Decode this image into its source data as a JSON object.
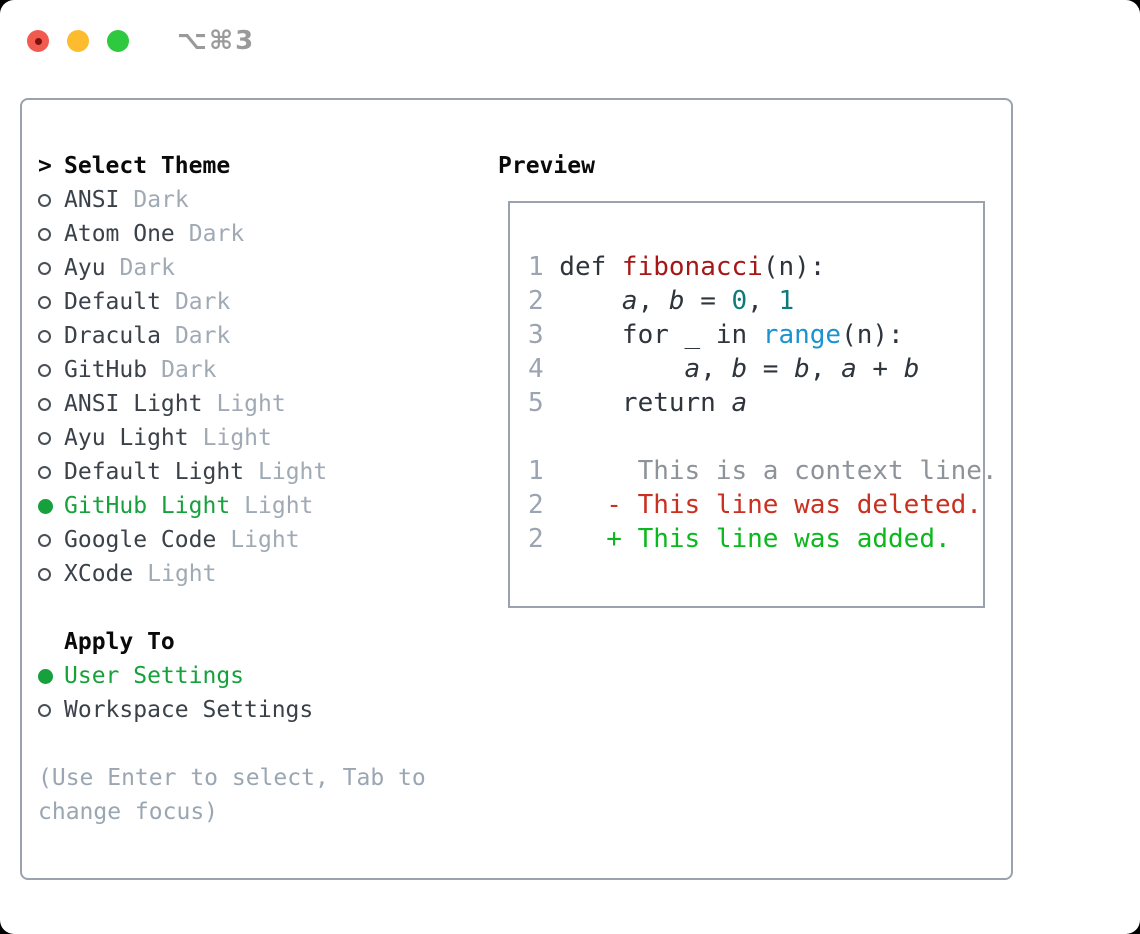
{
  "titlebar": {
    "shortcut": "⌥⌘3",
    "traffic_lights": [
      {
        "name": "close-button",
        "color": "#f05a4f",
        "has_dot": true
      },
      {
        "name": "minimize-button",
        "color": "#fdbc2e",
        "has_dot": false
      },
      {
        "name": "zoom-button",
        "color": "#2fc93f",
        "has_dot": false
      }
    ]
  },
  "theme_panel": {
    "header_marker": ">",
    "header": "Select Theme",
    "themes": [
      {
        "name": "ANSI",
        "badge": "Dark",
        "selected": false
      },
      {
        "name": "Atom One",
        "badge": "Dark",
        "selected": false
      },
      {
        "name": "Ayu",
        "badge": "Dark",
        "selected": false
      },
      {
        "name": "Default",
        "badge": "Dark",
        "selected": false
      },
      {
        "name": "Dracula",
        "badge": "Dark",
        "selected": false
      },
      {
        "name": "GitHub",
        "badge": "Dark",
        "selected": false
      },
      {
        "name": "ANSI Light",
        "badge": "Light",
        "selected": false
      },
      {
        "name": "Ayu Light",
        "badge": "Light",
        "selected": false
      },
      {
        "name": "Default Light",
        "badge": "Light",
        "selected": false
      },
      {
        "name": "GitHub Light",
        "badge": "Light",
        "selected": true
      },
      {
        "name": "Google Code",
        "badge": "Light",
        "selected": false
      },
      {
        "name": "XCode",
        "badge": "Light",
        "selected": false
      }
    ],
    "apply_to": {
      "header": "Apply To",
      "options": [
        {
          "label": "User Settings",
          "selected": true
        },
        {
          "label": "Workspace Settings",
          "selected": false
        }
      ]
    },
    "hint": "(Use Enter to select, Tab to change focus)"
  },
  "preview": {
    "header": "Preview",
    "code_lines": [
      {
        "num": "1",
        "tokens": [
          {
            "t": "def ",
            "s": "text"
          },
          {
            "t": "fibonacci",
            "s": "function"
          },
          {
            "t": "(n):",
            "s": "text"
          }
        ]
      },
      {
        "num": "2",
        "tokens": [
          {
            "t": "    ",
            "s": "text"
          },
          {
            "t": "a",
            "s": "var"
          },
          {
            "t": ", ",
            "s": "text"
          },
          {
            "t": "b",
            "s": "var"
          },
          {
            "t": " = ",
            "s": "text"
          },
          {
            "t": "0",
            "s": "number"
          },
          {
            "t": ", ",
            "s": "text"
          },
          {
            "t": "1",
            "s": "number"
          }
        ]
      },
      {
        "num": "3",
        "tokens": [
          {
            "t": "    for _ in ",
            "s": "text"
          },
          {
            "t": "range",
            "s": "builtin"
          },
          {
            "t": "(n):",
            "s": "text"
          }
        ]
      },
      {
        "num": "4",
        "tokens": [
          {
            "t": "        ",
            "s": "text"
          },
          {
            "t": "a",
            "s": "var"
          },
          {
            "t": ", ",
            "s": "text"
          },
          {
            "t": "b",
            "s": "var"
          },
          {
            "t": " = ",
            "s": "text"
          },
          {
            "t": "b",
            "s": "var"
          },
          {
            "t": ", ",
            "s": "text"
          },
          {
            "t": "a",
            "s": "var"
          },
          {
            "t": " + ",
            "s": "text"
          },
          {
            "t": "b",
            "s": "var"
          }
        ]
      },
      {
        "num": "5",
        "tokens": [
          {
            "t": "    return ",
            "s": "text"
          },
          {
            "t": "a",
            "s": "var"
          }
        ]
      }
    ],
    "diff_lines": [
      {
        "num": "1",
        "text": "     This is a context line.",
        "style": "context"
      },
      {
        "num": "2",
        "text": "   - This line was deleted.",
        "style": "deleted"
      },
      {
        "num": "2",
        "text": "   + This line was added.",
        "style": "added"
      }
    ]
  },
  "colors": {
    "border": "#9aa3ad",
    "header": "#0a0a0a",
    "item": "#3a4149",
    "badge": "#a0aab5",
    "accent_green": "#16a13c",
    "circle": "#4a5159",
    "hint": "#9aa6b2",
    "lineno": "#9aa4b2",
    "text": "#2f353c",
    "function": "#a61717",
    "number": "#0e7b7b",
    "builtin": "#1a93d1",
    "context": "#8d9399",
    "deleted": "#c9301f",
    "added": "#0bb81d",
    "shortcut": "#9a9a9a"
  }
}
